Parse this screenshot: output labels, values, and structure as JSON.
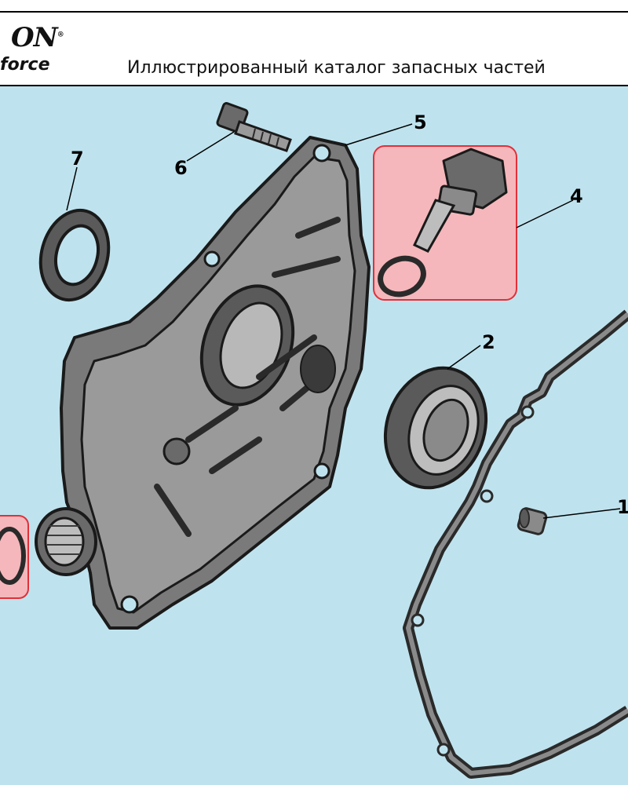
{
  "header": {
    "logo_main": "ON",
    "logo_reg": "®",
    "logo_sub": "force",
    "title": "Иллюстрированный каталог запасных частей"
  },
  "colors": {
    "background": "#bfe3ee",
    "highlight_fill": "#f5b7bb",
    "highlight_stroke": "#e0303a",
    "part_fill": "#7a7a7a",
    "part_dark": "#2a2a2a"
  },
  "callouts": [
    {
      "id": "7",
      "label": "7"
    },
    {
      "id": "6",
      "label": "6"
    },
    {
      "id": "5",
      "label": "5"
    },
    {
      "id": "4",
      "label": "4"
    },
    {
      "id": "2",
      "label": "2"
    },
    {
      "id": "1",
      "label": "1"
    }
  ]
}
